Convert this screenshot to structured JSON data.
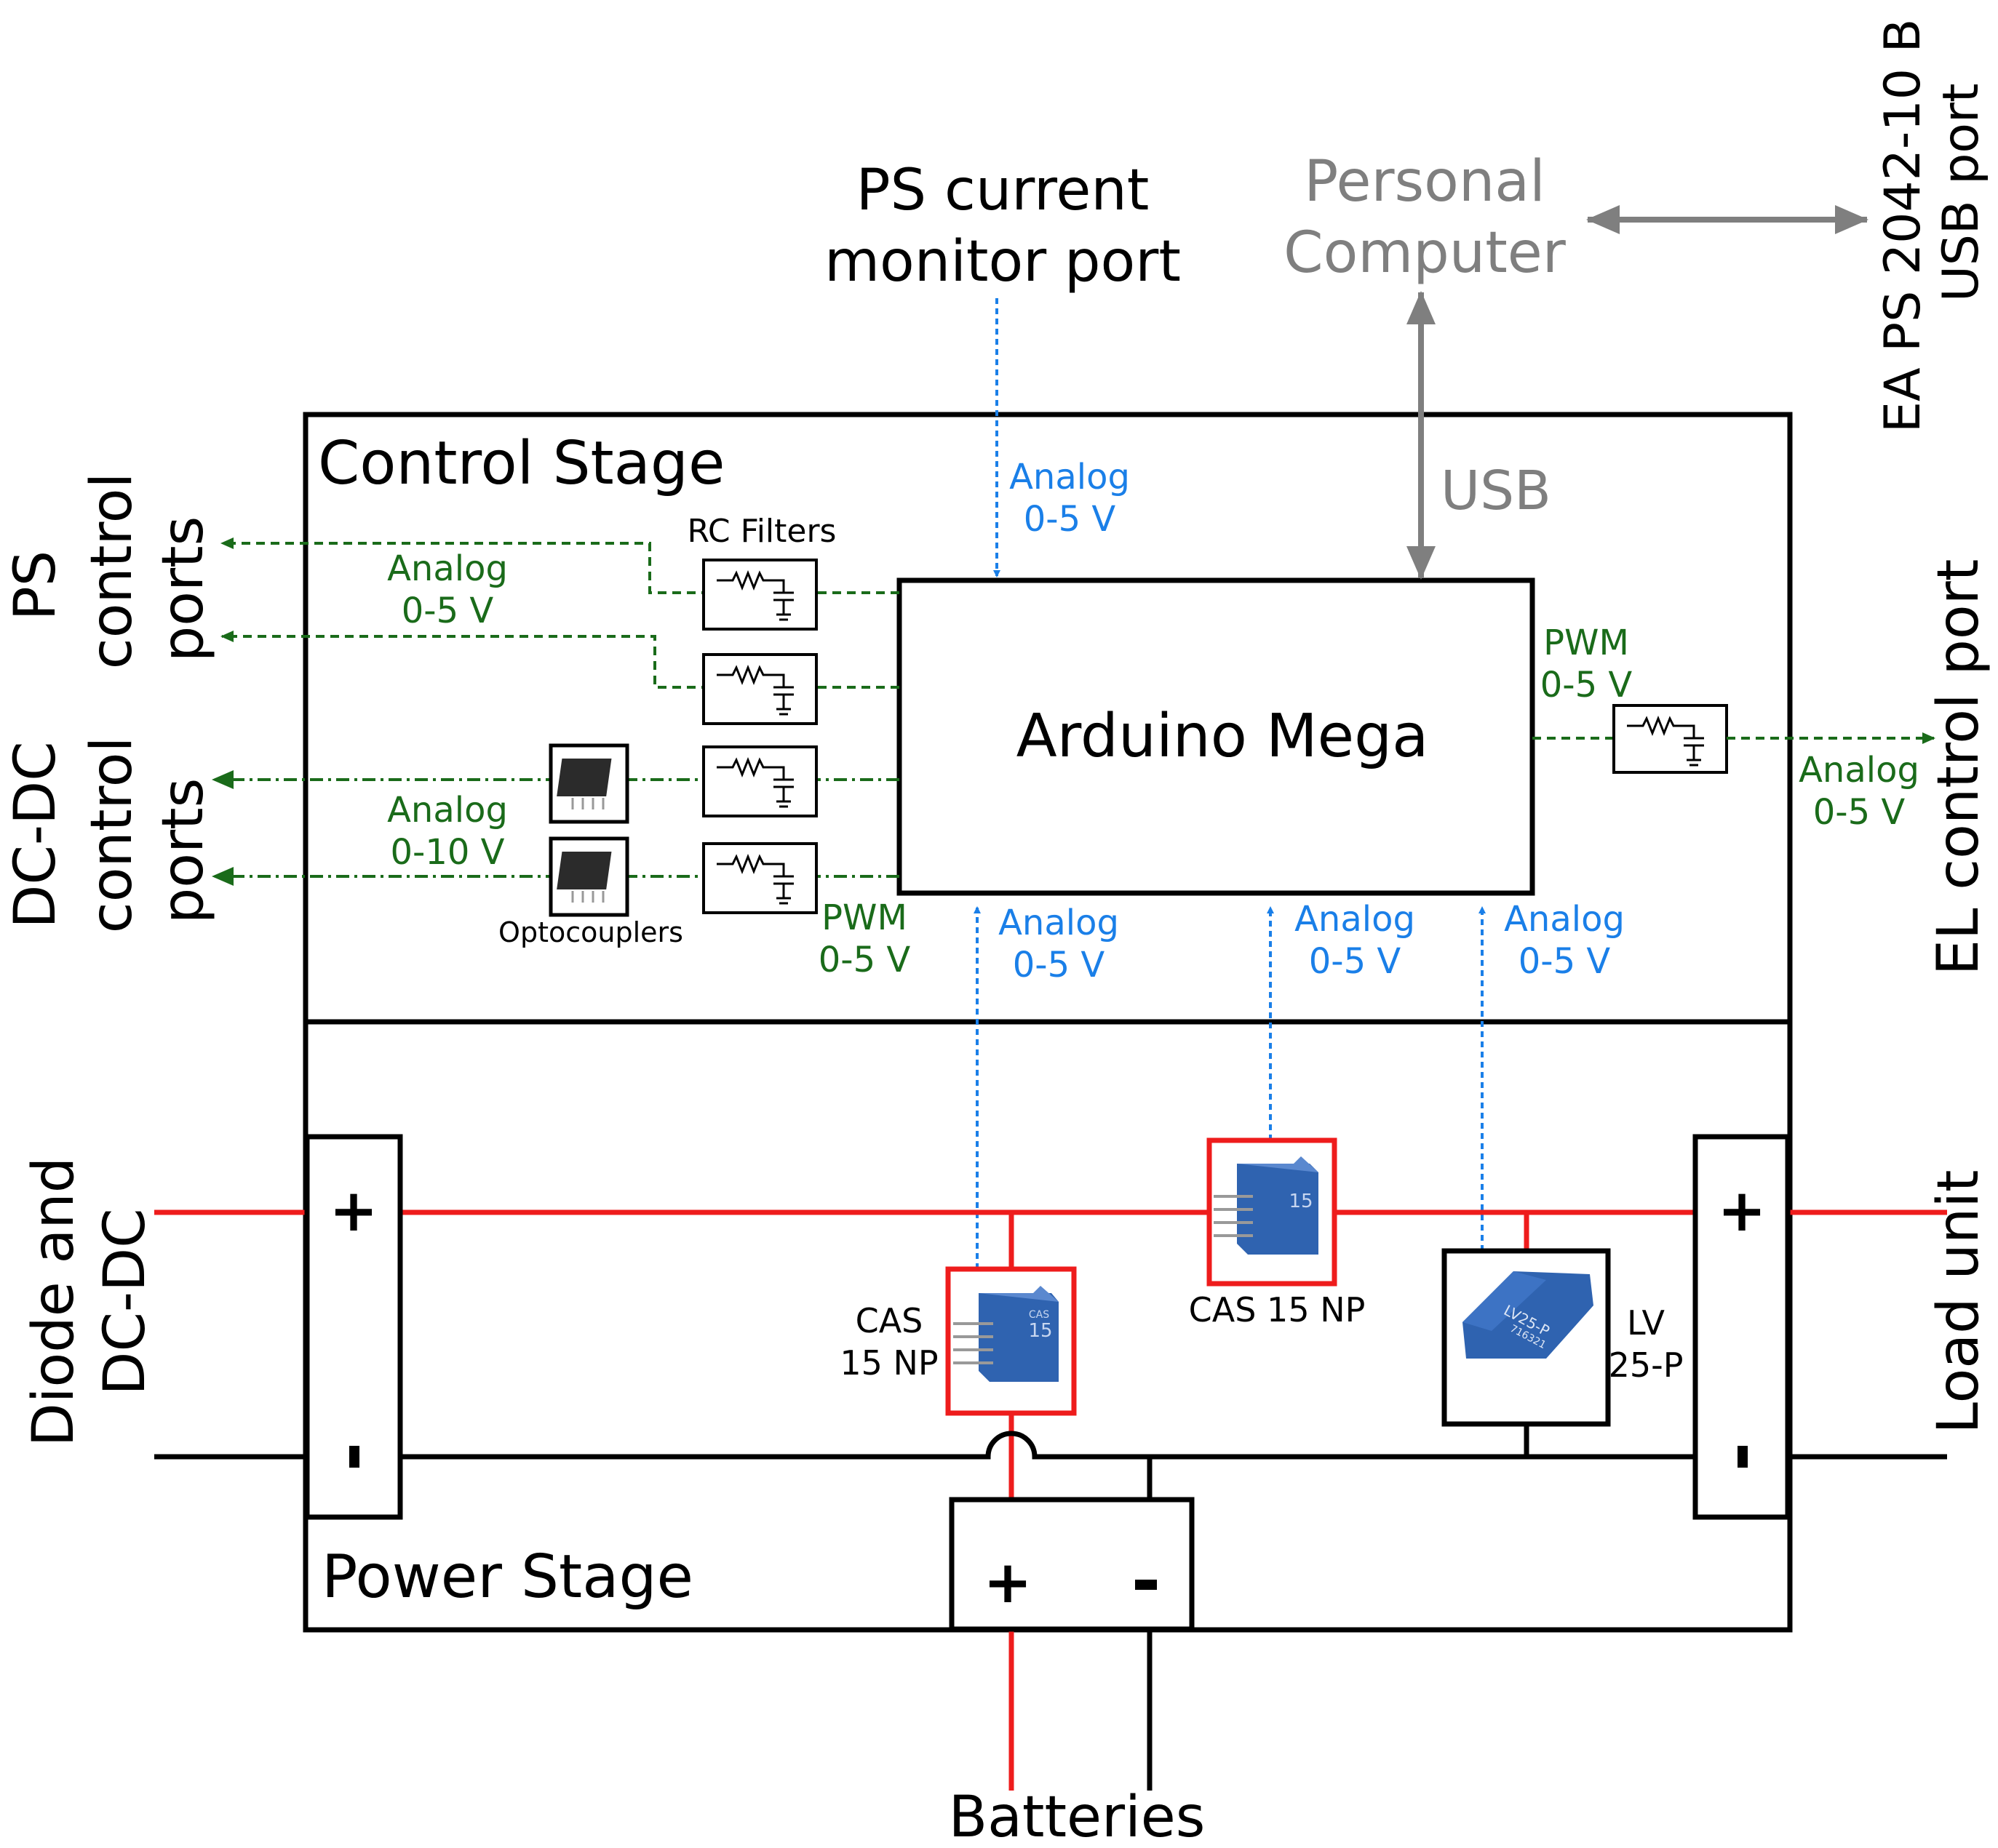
{
  "titles": {
    "control_stage": "Control Stage",
    "power_stage": "Power Stage",
    "arduino": "Arduino Mega"
  },
  "external": {
    "ps_current_monitor_line1": "PS current",
    "ps_current_monitor_line2": "monitor port",
    "personal_computer_line1": "Personal",
    "personal_computer_line2": "Computer",
    "ea_ps_line1": "EA PS 2042-10 B",
    "ea_ps_line2": "USB port",
    "usb": "USB",
    "ps_control_line1": "PS",
    "ps_control_line2": "control",
    "ps_control_line3": "ports",
    "dcdc_control_line1": "DC-DC",
    "dcdc_control_line2": "control",
    "dcdc_control_line3": "ports",
    "el_control": "EL control port",
    "diode_dcdc_line1": "Diode and",
    "diode_dcdc_line2": "DC-DC",
    "load_unit": "Load unit",
    "batteries": "Batteries"
  },
  "components": {
    "rc_filters": "RC Filters",
    "optocouplers": "Optocouplers",
    "cas_left_line1": "CAS",
    "cas_left_line2": "15 NP",
    "cas_top": "CAS 15 NP",
    "lv_line1": "LV",
    "lv_line2": "25-P",
    "sensor_mark_cas": "15",
    "sensor_mark_cas_small": "CAS",
    "sensor_mark_lv": "LV25-P",
    "sensor_mark_lv_code": "716321"
  },
  "signals": {
    "analog": "Analog",
    "v05": "0-5 V",
    "v010": "0-10 V",
    "pwm": "PWM"
  },
  "terminals": {
    "plus": "+",
    "minus": "-"
  },
  "colors": {
    "blue_signal": "#1a7fe8",
    "green_signal": "#1a6b1a",
    "red_wire": "#ee1c1c",
    "gray": "#7f7f7f",
    "black": "#000000",
    "sensor_blue": "#2f63b0"
  }
}
